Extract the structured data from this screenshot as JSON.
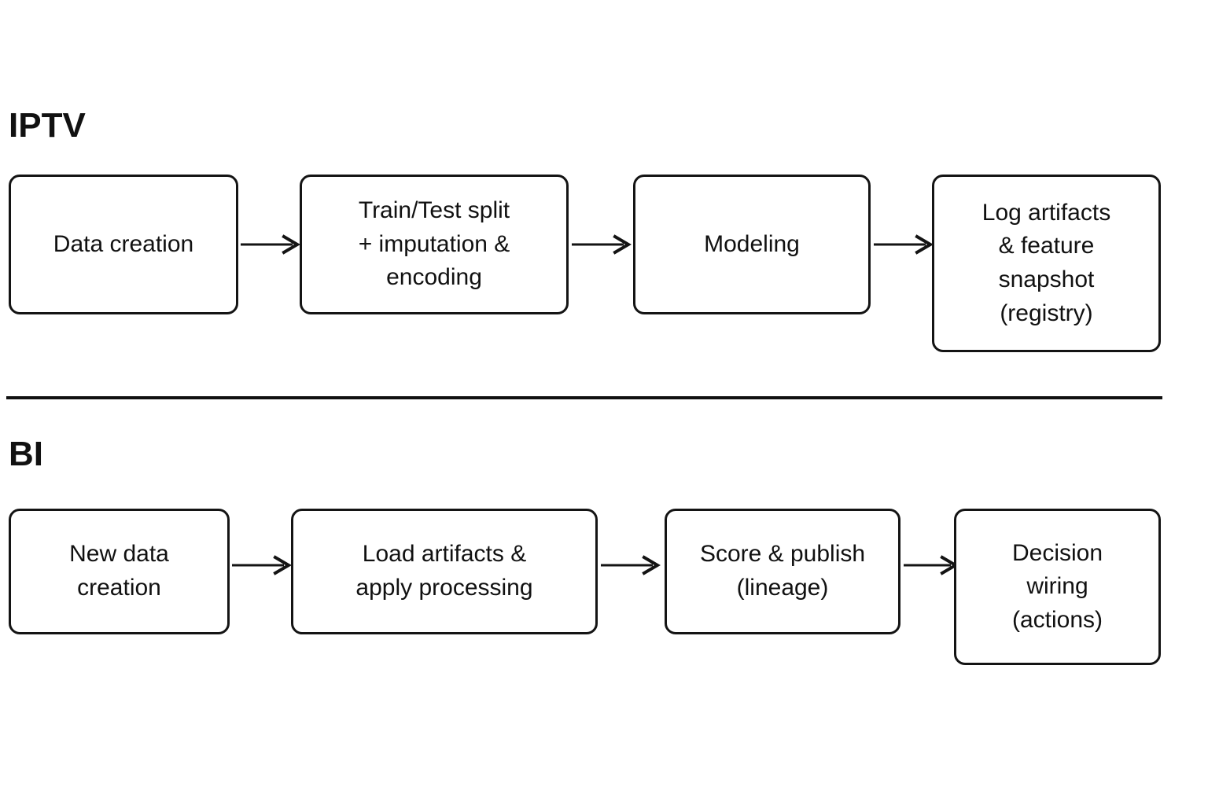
{
  "page": {
    "background_color": "#ffffff",
    "stroke_color": "#141414",
    "text_color": "#111111"
  },
  "sections": [
    {
      "id": "iptv",
      "title": "IPTV",
      "nodes": [
        {
          "id": "data-creation",
          "label": "Data creation"
        },
        {
          "id": "split-impute",
          "label": "Train/Test split\n+ imputation &\nencoding"
        },
        {
          "id": "modeling",
          "label": "Modeling"
        },
        {
          "id": "log-artifacts",
          "label": "Log artifacts\n& feature\nsnapshot\n(registry)"
        }
      ],
      "arrows": [
        {
          "id": "iptv-arrow-1",
          "from": "data-creation",
          "to": "split-impute"
        },
        {
          "id": "iptv-arrow-2",
          "from": "split-impute",
          "to": "modeling"
        },
        {
          "id": "iptv-arrow-3",
          "from": "modeling",
          "to": "log-artifacts"
        }
      ]
    },
    {
      "id": "bi",
      "title": "BI",
      "nodes": [
        {
          "id": "new-data-creation",
          "label": "New data\ncreation"
        },
        {
          "id": "load-artifacts",
          "label": "Load artifacts &\napply processing"
        },
        {
          "id": "score-publish",
          "label": "Score & publish\n(lineage)"
        },
        {
          "id": "decision-wiring",
          "label": "Decision\nwiring\n(actions)"
        }
      ],
      "arrows": [
        {
          "id": "bi-arrow-1",
          "from": "new-data-creation",
          "to": "load-artifacts"
        },
        {
          "id": "bi-arrow-2",
          "from": "load-artifacts",
          "to": "score-publish"
        },
        {
          "id": "bi-arrow-3",
          "from": "score-publish",
          "to": "decision-wiring"
        }
      ]
    }
  ]
}
